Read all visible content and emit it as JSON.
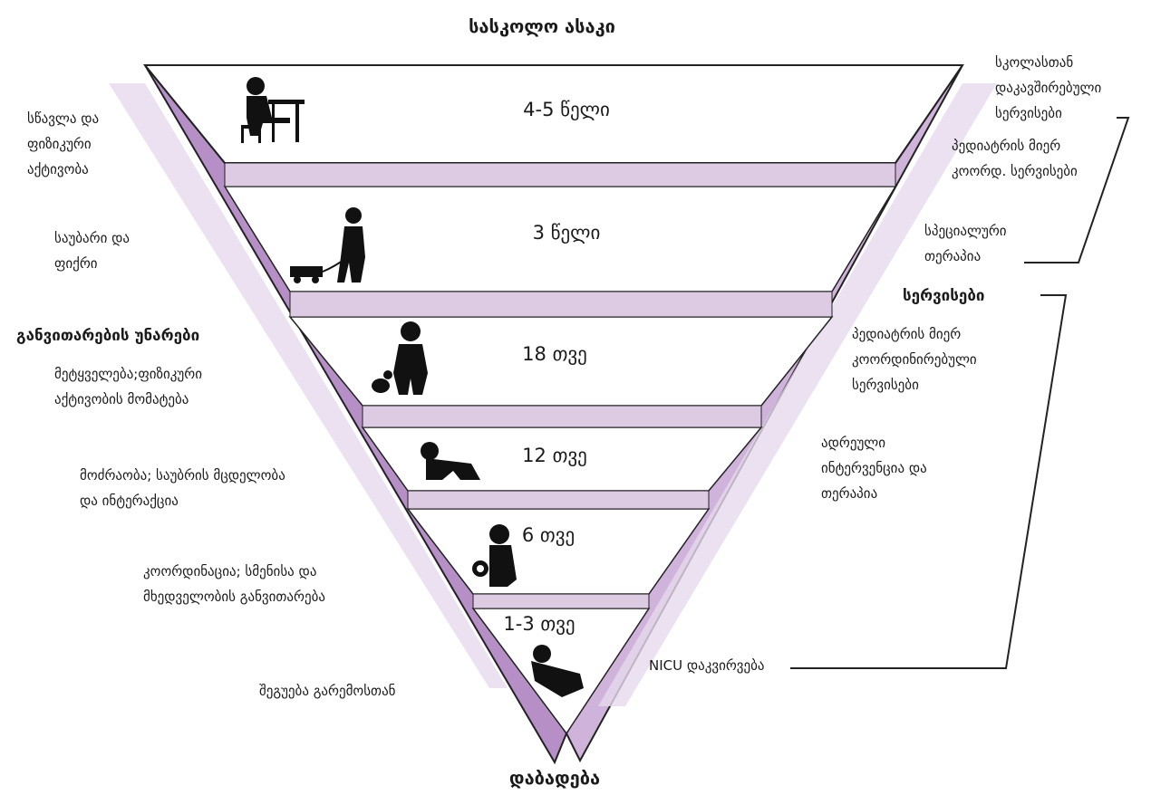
{
  "diagram": {
    "title_top": "სასკოლო ასაკი",
    "title_bottom": "დაბადება",
    "stages": [
      {
        "age": "4-5 წელი",
        "icon": "child-at-desk-icon"
      },
      {
        "age": "3 წელი",
        "icon": "toddler-with-toy-truck-icon"
      },
      {
        "age": "18 თვე",
        "icon": "toddler-with-dog-icon"
      },
      {
        "age": "12 თვე",
        "icon": "crawling-baby-icon"
      },
      {
        "age": "6 თვე",
        "icon": "sitting-baby-with-ball-icon"
      },
      {
        "age": "1-3 თვე",
        "icon": "newborn-lying-icon"
      }
    ],
    "left_header": "განვითარების უნარები",
    "left_labels": [
      [
        "სწავლა და",
        "ფიზიკური",
        "აქტივობა"
      ],
      [
        "საუბარი და",
        "ფიქრი"
      ],
      [
        "მეტყველება;ფიზიკური",
        "აქტივობის მომატება"
      ],
      [
        "მოძრაობა; საუბრის მცდელობა",
        "და ინტერაქცია"
      ],
      [
        "კოორდინაცია; სმენისა და",
        "მხედველობის განვითარება"
      ],
      [
        "შეგუება გარემოსთან"
      ]
    ],
    "right_header": "სერვისები",
    "right_labels": [
      [
        "სკოლასთან",
        "დაკავშირებული",
        "სერვისები"
      ],
      [
        "პედიატრის მიერ",
        "კოორდ. სერვისები"
      ],
      [
        "სპეციალური",
        "თერაპია"
      ],
      [
        "პედიატრის მიერ",
        "კოორდინირებული",
        "სერვისები"
      ],
      [
        "ადრეული",
        "ინტერვენცია და",
        "თერაპია"
      ],
      [
        "NICU დაკვირვება"
      ]
    ],
    "colors": {
      "band": "#dccbe3",
      "side_dark": "#b58fc6",
      "side_light": "#cfb3da",
      "outline": "#222222"
    }
  }
}
